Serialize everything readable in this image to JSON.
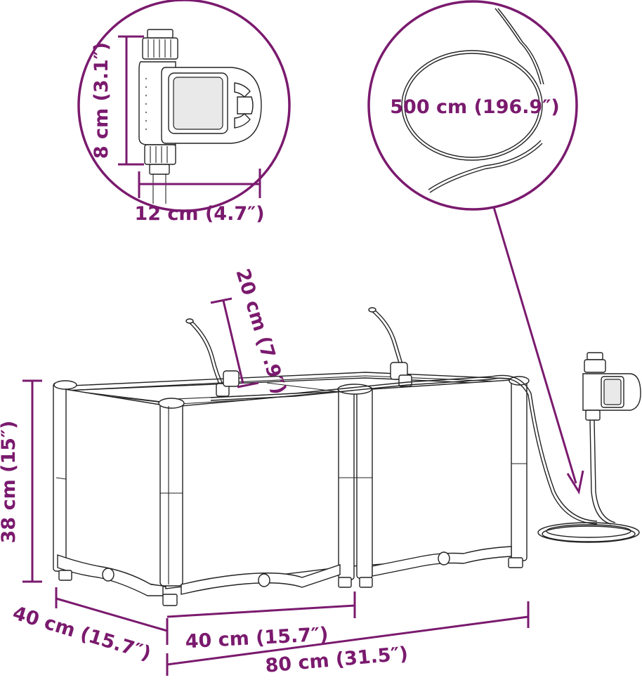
{
  "dimensions": {
    "timer_height": "8 cm (3.1″)",
    "timer_width": "12 cm (4.7″)",
    "hose_length": "500 cm (196.9″)",
    "stake_height": "20 cm (7.9″)",
    "planter_height": "38 cm (15″)",
    "planter_depth": "40 cm (15.7″)",
    "module_width": "40 cm (15.7″)",
    "planter_width": "80 cm (31.5″)"
  },
  "colors": {
    "accent": "#7a1a6e",
    "outline": "#222222",
    "background": "#ffffff"
  },
  "icons": [
    "water-timer-icon",
    "hose-coil-icon",
    "raised-planter-icon",
    "drip-stake-icon"
  ]
}
